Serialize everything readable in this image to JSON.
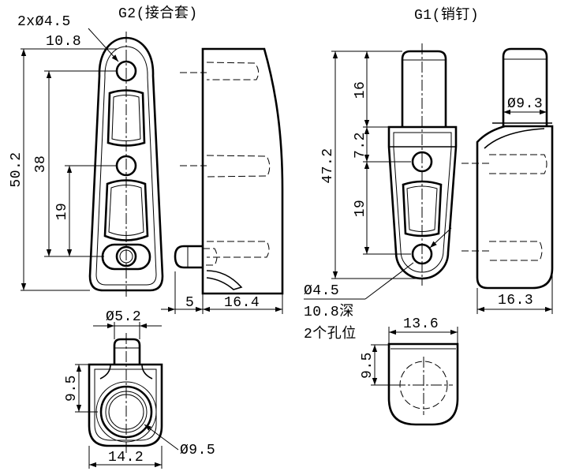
{
  "colors": {
    "line": "#000000",
    "background": "#ffffff"
  },
  "g2": {
    "title": "G2(接合套)",
    "hole_callout": "2xØ4.5",
    "dim_top": "10.8",
    "dim_total_height": "50.2",
    "dim_hole_span": "38",
    "dim_lower_span": "19",
    "dim_pin_length": "5",
    "dim_side_width": "16.4",
    "dim_pin_diameter": "Ø5.2",
    "dim_bottom_height": "9.5",
    "dim_bottom_width": "14.2",
    "dim_bore_diameter": "Ø9.5"
  },
  "g1": {
    "title": "G1(销钉)",
    "dim_pin_height": "16",
    "dim_flange_offset": "7.2",
    "dim_total_height": "47.2",
    "dim_hole_span": "19",
    "dim_pin_diameter": "Ø9.3",
    "hole_diameter": "Ø4.5",
    "hole_depth": "10.8深",
    "hole_count": "2个孔位",
    "dim_side_width": "16.3",
    "dim_bottom_width": "13.6",
    "dim_bottom_height": "9.5"
  }
}
